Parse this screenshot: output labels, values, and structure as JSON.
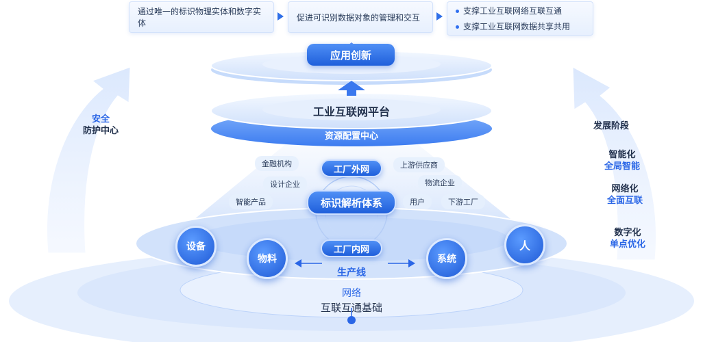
{
  "top": {
    "box1": "通过唯一的标识物理实体和数字实体",
    "box2": "促进可识别数据对象的管理和交互",
    "box3_items": [
      "支撑工业互联网络互联互通",
      "支撑工业互联网数据共享共用"
    ]
  },
  "layers": {
    "app_innovation": "应用创新",
    "platform": "工业互联网平台",
    "resource_center": "资源配置中心",
    "factory_external": "工厂外网",
    "resolution_system": "标识解析体系",
    "factory_internal": "工厂内网",
    "production_line": "生产线",
    "network": "网络",
    "foundation": "互联互通基础"
  },
  "chips": {
    "finance": "金融机构",
    "design": "设计企业",
    "smart_products": "智能产品",
    "upstream_supply": "上游供应商",
    "logistics": "物流企业",
    "user": "用户",
    "downstream_factory": "下游工厂"
  },
  "nodes": {
    "equipment": "设备",
    "material": "物料",
    "system": "系统",
    "person": "人"
  },
  "left_arrow": {
    "line1": "安全",
    "line2": "防护中心"
  },
  "right_arrow": {
    "title": "发展阶段",
    "stages": [
      {
        "top": "智能化",
        "bottom": "全局智能"
      },
      {
        "top": "网络化",
        "bottom": "全面互联"
      },
      {
        "top": "数字化",
        "bottom": "单点优化"
      }
    ]
  },
  "colors": {
    "primary": "#2a66e6",
    "dark_text": "#23324d",
    "disc_light": "#dbe8fc"
  }
}
